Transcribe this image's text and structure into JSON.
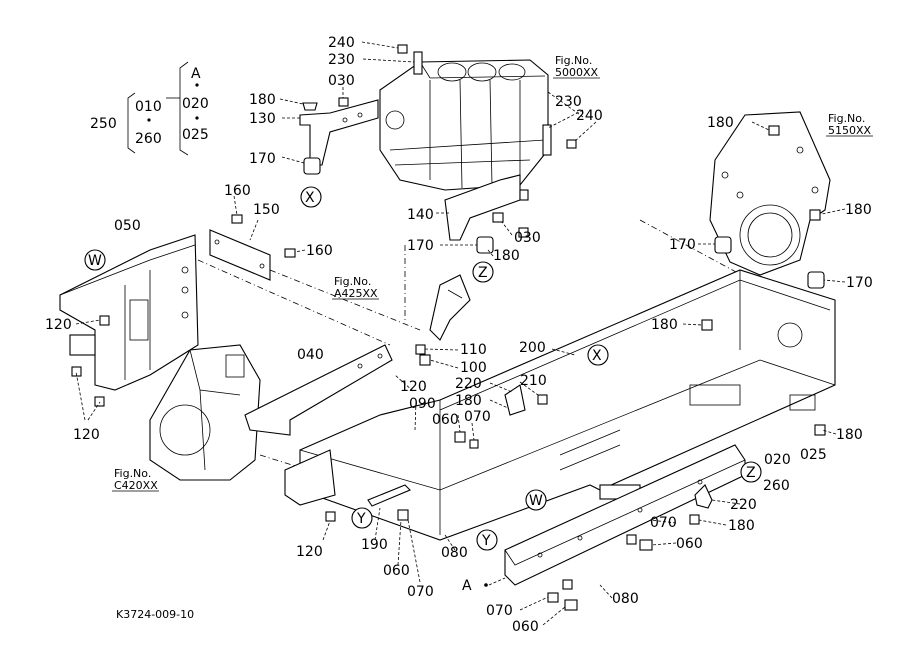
{
  "drawing_id": "K3724-009-10",
  "callouts": {
    "c240a": "240",
    "c230a": "230",
    "c030a": "030",
    "c180a": "180",
    "c130": "130",
    "c170a": "170",
    "c5000": "Fig.No.",
    "c5000b": "5000XX",
    "c230b": "230",
    "c240b": "240",
    "cA": "A",
    "c010": "010",
    "c020": "020",
    "c250": "250",
    "c260a": "260",
    "c025a": "025",
    "c180b": "180",
    "c5150": "Fig.No.",
    "c5150b": "5150XX",
    "c160a": "160",
    "c150": "150",
    "c160b": "160",
    "c140": "140",
    "c030b": "030",
    "c180c": "180",
    "c170b": "170",
    "c050": "050",
    "cA425": "Fig.No.",
    "cA425b": "A425XX",
    "c170c": "170",
    "c180d": "180",
    "c170d": "170",
    "c180e": "180",
    "c120a": "120",
    "c040": "040",
    "c110": "110",
    "c100": "100",
    "c120b": "120",
    "c200": "200",
    "c220a": "220",
    "c210": "210",
    "c180f": "180",
    "c090": "090",
    "c060a": "060",
    "c070a": "070",
    "c180g": "180",
    "c020b": "020",
    "c025b": "025",
    "c260b": "260",
    "c120c": "120",
    "cC420": "Fig.No.",
    "cC420b": "C420XX",
    "c220b": "220",
    "c180h": "180",
    "c070b": "070",
    "c060b": "060",
    "c120d": "120",
    "c190": "190",
    "c080a": "080",
    "c060c": "060",
    "c070c": "070",
    "cA2": "A",
    "c080b": "080",
    "c070d": "070",
    "c060d": "060"
  },
  "refs": {
    "W1": "W",
    "W2": "W",
    "X1": "X",
    "X2": "X",
    "Y1": "Y",
    "Y2": "Y",
    "Z1": "Z",
    "Z2": "Z"
  }
}
